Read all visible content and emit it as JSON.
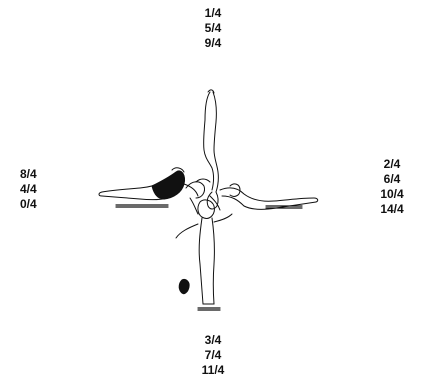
{
  "labels": {
    "top": [
      "1/4",
      "5/4",
      "9/4"
    ],
    "right": [
      "2/4",
      "6/4",
      "10/4",
      "14/4"
    ],
    "bottom": [
      "3/4",
      "7/4",
      "11/4"
    ],
    "left": [
      "8/4",
      "4/4",
      "0/4"
    ]
  },
  "colors": {
    "ink": "#111111",
    "fill": "#ffffff"
  }
}
